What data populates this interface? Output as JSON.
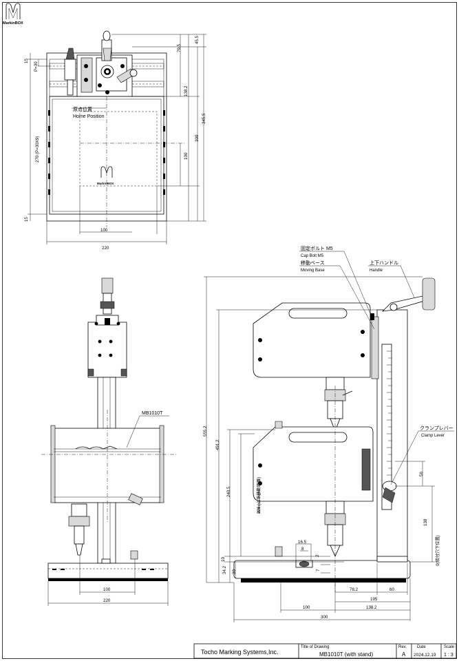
{
  "logo": {
    "text": "MarkinBOX"
  },
  "top_view": {
    "home_position_jp": "原点位置",
    "home_position_en": "Home Position",
    "logo_small": "MarkinBOX",
    "dims": {
      "d79_5": "79.5",
      "d45_5": "45.5",
      "d138_2": "138.2",
      "d300": "300",
      "d345_5": "345.5",
      "d100v": "100",
      "d15a": "15",
      "dP30": "P=30",
      "d270": "270 (P=30X9)",
      "d15b": "15",
      "d100h": "100",
      "d220": "220"
    }
  },
  "front_view": {
    "model_label": "MB1010T",
    "dims": {
      "d100": "100",
      "d220": "220"
    }
  },
  "side_view": {
    "cap_bolt_jp": "固定ボルト M5",
    "cap_bolt_en": "Cap Bolt M5",
    "moving_base_jp": "移動ベース",
    "moving_base_en": "Moving Base",
    "handle_jp": "上下ハンドル",
    "handle_en": "Handle",
    "clamp_lever_jp": "クランプレバー",
    "clamp_lever_en": "Clamp Lever",
    "dims": {
      "d555_2": "555.2",
      "d491_2": "491.2",
      "d240_5": "240.5",
      "d226_jp": "226 (上下移動距離)",
      "d226_en": "Motion Height",
      "d10": "10",
      "d34_2": "34.2",
      "d30": "30",
      "d16_5": "16.5",
      "d8": "8",
      "d2": "2",
      "d7": "7",
      "d56": "56",
      "d138": "138",
      "d0": "0(取付穴下位置)",
      "d78_2": "78.2",
      "d60": "60",
      "d195": "195",
      "d100": "100",
      "d138_2": "138.2",
      "d300": "300"
    }
  },
  "title_block": {
    "company": "Tocho Marking Systems,Inc.",
    "title_label": "Title of Drawing",
    "title": "MB1010T (with stand)",
    "rev_label": "Rev.",
    "rev": "A",
    "date_label": "Date",
    "date": "2024.12.19",
    "scale_label": "Scale",
    "scale": "1 : 3"
  }
}
